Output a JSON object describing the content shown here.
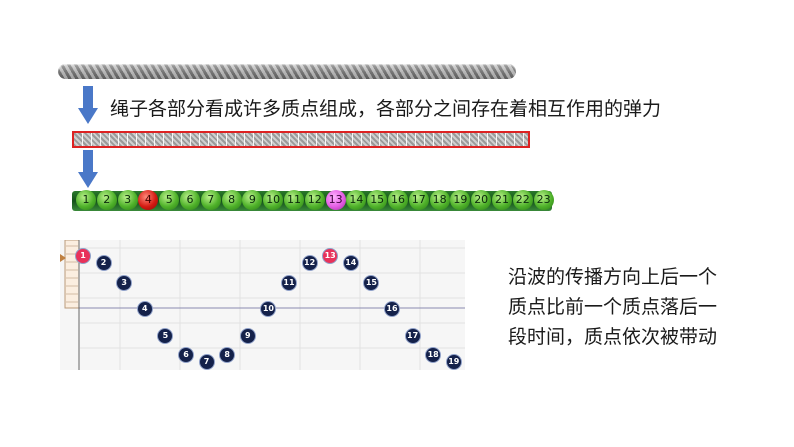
{
  "caption": "绳子各部分看成许多质点组成，各部分之间存在着相互作用的弹力",
  "description": [
    "沿波的传播方向上后一个",
    "质点比前一个质点落后一",
    "段时间，质点依次被带动"
  ],
  "beads": [
    "1",
    "2",
    "3",
    "4",
    "5",
    "6",
    "7",
    "8",
    "9",
    "10",
    "11",
    "12",
    "13",
    "14",
    "15",
    "16",
    "17",
    "18",
    "19",
    "20",
    "21",
    "22",
    "23"
  ],
  "highlighted_beads": {
    "red": "4",
    "pink": "13"
  },
  "wave_points": [
    "1",
    "2",
    "3",
    "4",
    "5",
    "6",
    "7",
    "8",
    "9",
    "10",
    "11",
    "12",
    "13",
    "14",
    "15",
    "16",
    "17",
    "18",
    "19"
  ],
  "wave_highlighted": [
    "1",
    "13"
  ],
  "colors": {
    "arrow": "#4a78c8",
    "rope_border": "#d22222",
    "bead_green": "#4fb22a",
    "bead_red": "#d41a12",
    "bead_pink": "#e45ee4",
    "point": "#14214a",
    "point_highlight": "#e8325a"
  }
}
